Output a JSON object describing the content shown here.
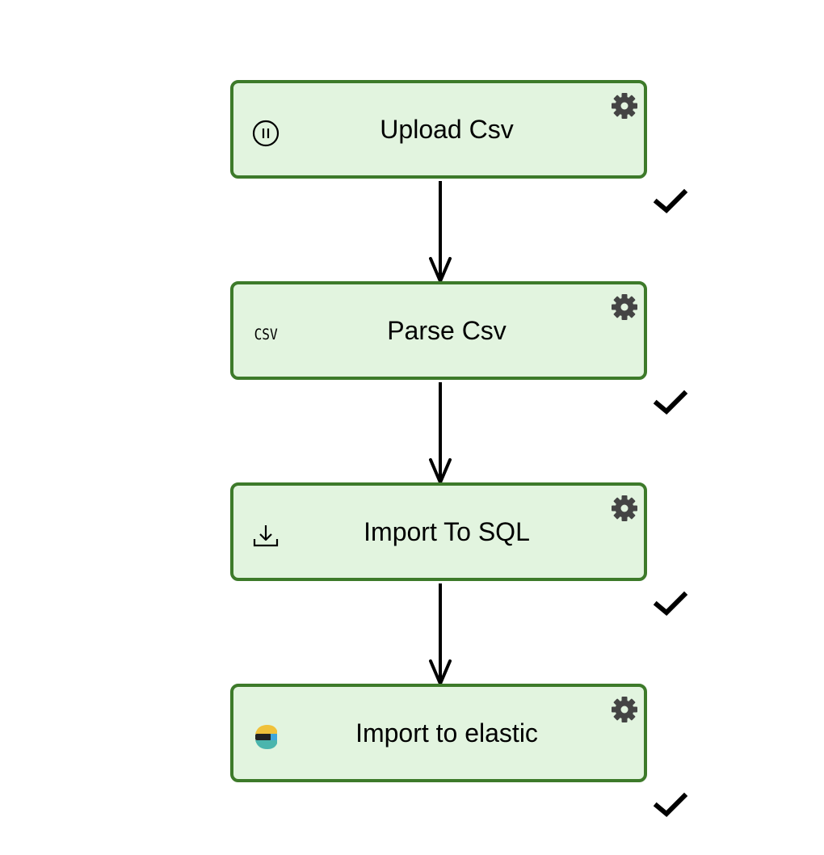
{
  "diagram": {
    "nodes": [
      {
        "id": "upload-csv",
        "label": "Upload Csv",
        "icon": "pause-circle-icon",
        "status": "complete"
      },
      {
        "id": "parse-csv",
        "label": "Parse Csv",
        "icon": "csv-icon",
        "icon_text": "CSV",
        "status": "complete"
      },
      {
        "id": "import-to-sql",
        "label": "Import To SQL",
        "icon": "download-icon",
        "status": "complete"
      },
      {
        "id": "import-to-elastic",
        "label": "Import to elastic",
        "icon": "elastic-logo-icon",
        "status": "complete"
      }
    ],
    "edges": [
      {
        "from": "upload-csv",
        "to": "parse-csv"
      },
      {
        "from": "parse-csv",
        "to": "import-to-sql"
      },
      {
        "from": "import-to-sql",
        "to": "import-to-elastic"
      }
    ]
  },
  "colors": {
    "node_fill": "#e2f4df",
    "node_border": "#3d7a2a",
    "gear": "#444444",
    "arrow": "#000000",
    "check": "#000000"
  }
}
